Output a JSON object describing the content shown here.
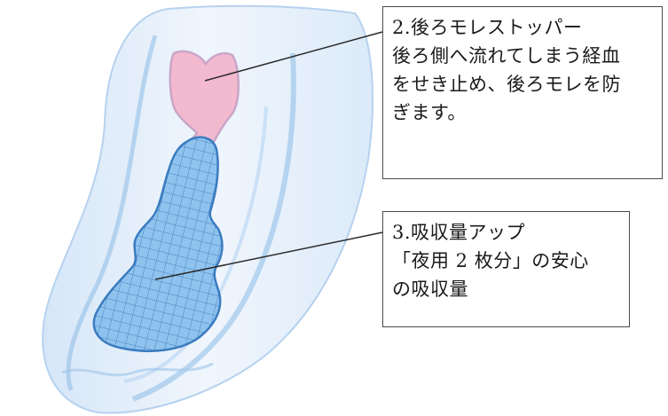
{
  "callouts": {
    "back_leak_stopper": {
      "lines": [
        "2.後ろモレストッパー",
        "後ろ側へ流れてしまう経血",
        "をせき止め、後ろモレを防",
        "ぎます。"
      ]
    },
    "absorbency_up": {
      "lines": [
        "3.吸収量アップ",
        "「夜用 2 枚分」の安心",
        "の吸収量"
      ]
    }
  },
  "colors": {
    "pad_outline": "#9cc4ea",
    "pad_fill": "#dcebfa",
    "core_fill": "#8fc3ee",
    "core_grid": "#2f6fb0",
    "stopper_fill": "#f2b9cf",
    "stopper_outline": "#c9a6c8",
    "leader_line": "#2a2a2a",
    "callout_border": "#4a4a4a"
  }
}
